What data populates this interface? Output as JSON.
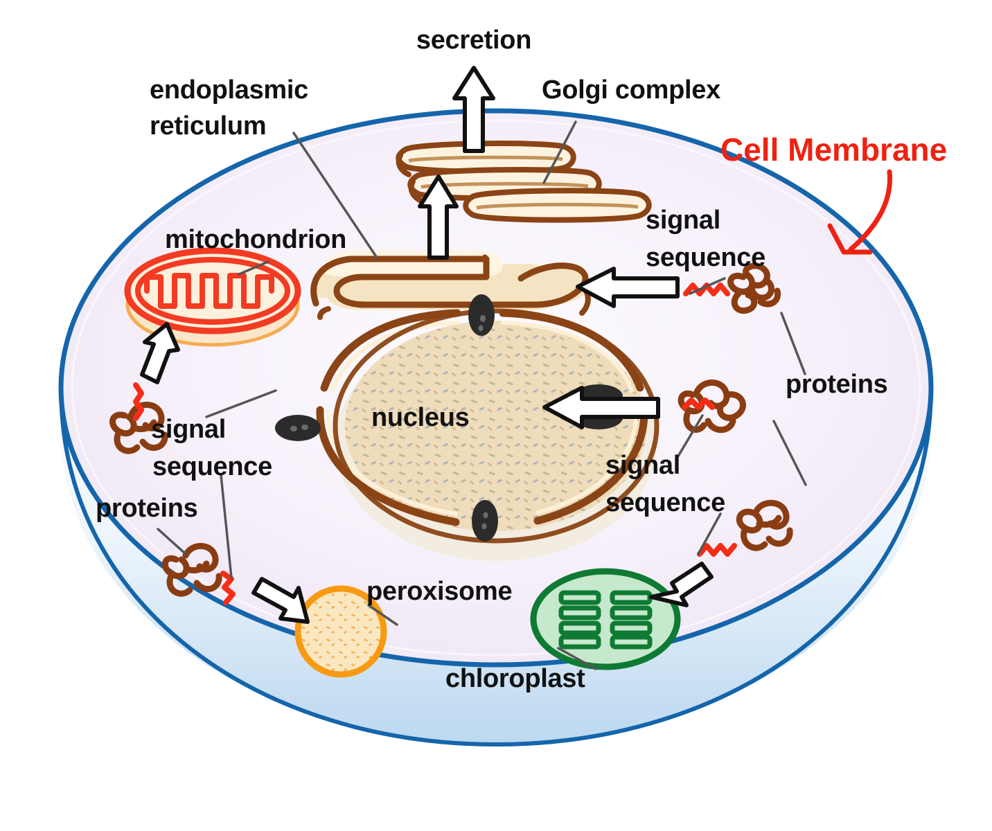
{
  "diagram": {
    "title": "Protein targeting in a eukaryotic cell",
    "background_color": "#ffffff",
    "colors": {
      "membrane_blue": "#1565ab",
      "membrane_fill": "#f7f4fb",
      "membrane_rim_light": "#dce9f7",
      "label_black": "#111111",
      "label_red": "#ee2211",
      "er_brown": "#8a4415",
      "er_fill": "#f5e4c4",
      "nucleus_fill": "#eedcbb",
      "nucleus_membrane": "#8a4415",
      "mitochondrion_red": "#f23b22",
      "mitochondrion_fill": "#fbe6c9",
      "peroxisome_orange": "#f79a12",
      "peroxisome_fill": "#fae7c0",
      "chloroplast_green": "#0f7a33",
      "chloroplast_fill": "#c6e8cc",
      "protein_brown": "#8a3d12",
      "signal_red": "#f52d16",
      "arrow_outline": "#111111",
      "arrow_fill": "#ffffff",
      "leader_gray": "#555555"
    }
  },
  "labels": {
    "secretion": "secretion",
    "golgi_complex": "Golgi complex",
    "cell_membrane": "Cell Membrane",
    "endoplasmic_reticulum_line1": "endoplasmic",
    "endoplasmic_reticulum_line2": "reticulum",
    "mitochondrion": "mitochondrion",
    "nucleus": "nucleus",
    "peroxisome": "peroxisome",
    "chloroplast": "chloroplast",
    "signal_line1": "signal",
    "signal_line2": "sequence",
    "proteins": "proteins",
    "signal_sequence_top_right_line1": "signal",
    "signal_sequence_top_right_line2": "sequence",
    "signal_sequence_mid_right_line1": "signal",
    "signal_sequence_mid_right_line2": "sequence",
    "signal_sequence_left_line1": "signal",
    "signal_sequence_left_line2": "sequence",
    "proteins_left": "proteins",
    "proteins_right": "proteins"
  },
  "organelles": [
    {
      "name": "cell-membrane",
      "label": "Cell Membrane"
    },
    {
      "name": "nucleus",
      "label": "nucleus"
    },
    {
      "name": "endoplasmic-reticulum",
      "label": "endoplasmic reticulum"
    },
    {
      "name": "golgi-complex",
      "label": "Golgi complex"
    },
    {
      "name": "mitochondrion",
      "label": "mitochondrion"
    },
    {
      "name": "peroxisome",
      "label": "peroxisome"
    },
    {
      "name": "chloroplast",
      "label": "chloroplast"
    }
  ],
  "processes": [
    {
      "name": "secretion",
      "label": "secretion"
    },
    {
      "name": "signal-sequence",
      "label": "signal sequence"
    },
    {
      "name": "proteins",
      "label": "proteins"
    }
  ]
}
